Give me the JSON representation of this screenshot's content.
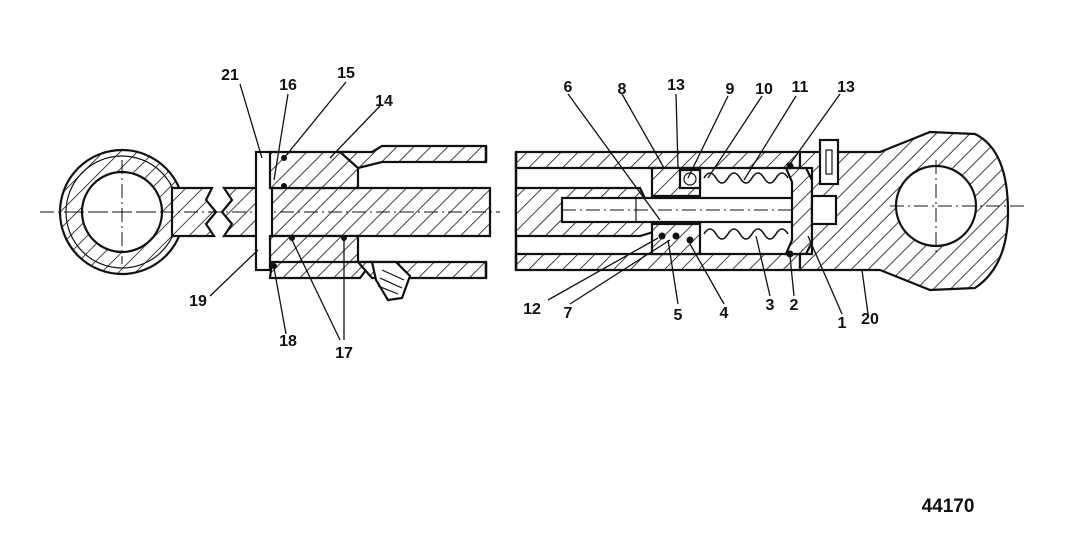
{
  "figure_number": "44170",
  "callouts": {
    "c1": "1",
    "c2": "2",
    "c3": "3",
    "c4": "4",
    "c5": "5",
    "c6": "6",
    "c7": "7",
    "c8": "8",
    "c9": "9",
    "c10": "10",
    "c11": "11",
    "c12": "12",
    "c13a": "13",
    "c13b": "13",
    "c14": "14",
    "c15": "15",
    "c16": "16",
    "c17": "17",
    "c18": "18",
    "c19": "19",
    "c20": "20",
    "c21": "21"
  }
}
